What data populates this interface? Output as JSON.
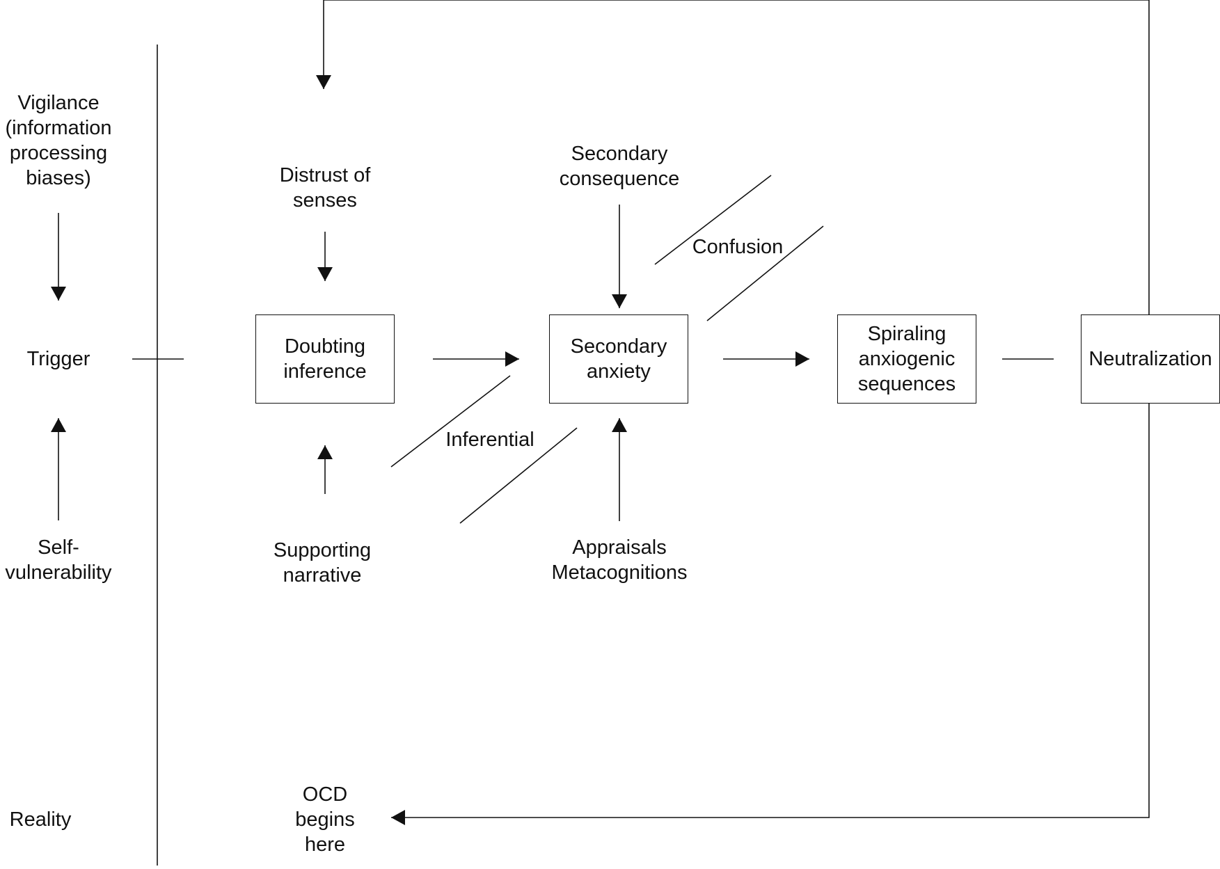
{
  "labels": {
    "vigilance": [
      "Vigilance",
      "(information",
      "processing",
      "biases)"
    ],
    "trigger": [
      "Trigger"
    ],
    "self_vulnerability": [
      "Self-",
      "vulnerability"
    ],
    "reality": [
      "Reality"
    ],
    "distrust": [
      "Distrust of",
      "senses"
    ],
    "supporting": [
      "Supporting",
      "narrative"
    ],
    "secondary_consequence": [
      "Secondary",
      "consequence"
    ],
    "confusion": [
      "Confusion"
    ],
    "inferential": [
      "Inferential"
    ],
    "appraisals": [
      "Appraisals",
      "Metacognitions"
    ],
    "ocd_begins": [
      "OCD",
      "begins",
      "here"
    ]
  },
  "boxes": {
    "doubting": [
      "Doubting",
      "inference"
    ],
    "secondary_anxiety": [
      "Secondary",
      "anxiety"
    ],
    "spiraling": [
      "Spiraling",
      "anxiogenic",
      "sequences"
    ],
    "neutralization": [
      "Neutralization"
    ]
  },
  "colors": {
    "line": "#111111",
    "text": "#111111",
    "background": "#ffffff"
  }
}
